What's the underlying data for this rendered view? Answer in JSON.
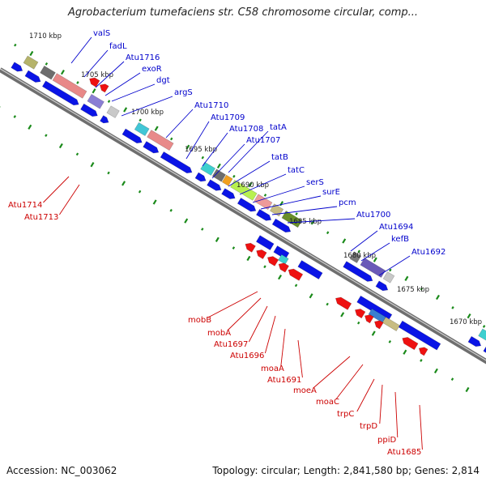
{
  "title": "Agrobacterium tumefaciens str. C58 chromosome circular, comp...",
  "footer": {
    "accession": "Accession: NC_003062",
    "summary": "Topology: circular; Length: 2,841,580 bp; Genes: 2,814"
  },
  "colors": {
    "backbone": "#8a8a8a",
    "forward_label": "#0000cc",
    "reverse_label": "#cc0000",
    "tick": "#1a8a1a",
    "cds_blue": "#0a14e6",
    "cds_red": "#ee1111"
  },
  "kbp_labels": [
    "1710 kbp",
    "1705 kbp",
    "1700 kbp",
    "1695 kbp",
    "1690 kbp",
    "1685 kbp",
    "1680 kbp",
    "1675 kbp",
    "1670 kbp"
  ],
  "forward_genes": [
    "valS",
    "fadL",
    "Atu1716",
    "exoR",
    "dgt",
    "argS",
    "Atu1710",
    "Atu1709",
    "Atu1708",
    "tatA",
    "Atu1707",
    "tatB",
    "tatC",
    "serS",
    "surE",
    "pcm",
    "Atu1700",
    "Atu1694",
    "kefB",
    "Atu1692"
  ],
  "reverse_genes": [
    "Atu1714",
    "Atu1713",
    "mobB",
    "mobA",
    "Atu1697",
    "Atu1696",
    "moaA",
    "Atu1691",
    "moeA",
    "moaC",
    "trpC",
    "trpD",
    "ppiD",
    "Atu1685"
  ]
}
